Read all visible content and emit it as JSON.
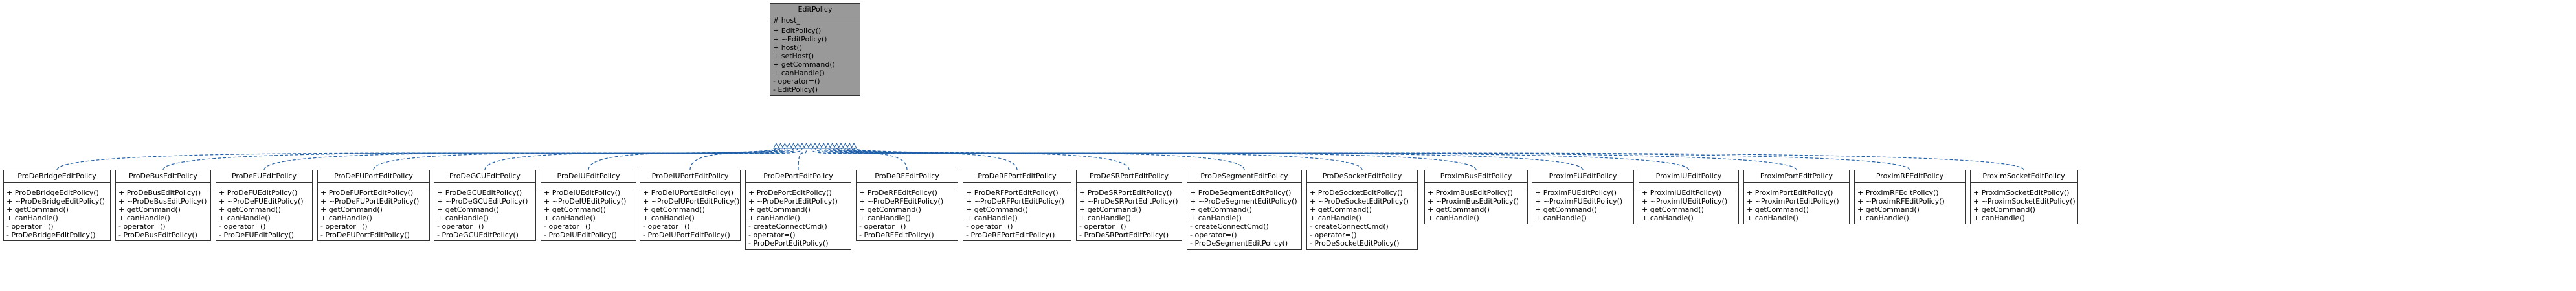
{
  "base": {
    "name": "EditPolicy",
    "attributes": [
      "# host_"
    ],
    "operations": [
      "+ EditPolicy()",
      "+ ~EditPolicy()",
      "+ host()",
      "+ setHost()",
      "+ getCommand()",
      "+ canHandle()",
      "- operator=()",
      "- EditPolicy()"
    ]
  },
  "subclasses": [
    {
      "name": "ProDeBridgeEditPolicy",
      "ops": [
        "+ ProDeBridgeEditPolicy()",
        "+ ~ProDeBridgeEditPolicy()",
        "+ getCommand()",
        "+ canHandle()",
        "- operator=()",
        "- ProDeBridgeEditPolicy()"
      ]
    },
    {
      "name": "ProDeBusEditPolicy",
      "ops": [
        "+ ProDeBusEditPolicy()",
        "+ ~ProDeBusEditPolicy()",
        "+ getCommand()",
        "+ canHandle()",
        "- operator=()",
        "- ProDeBusEditPolicy()"
      ]
    },
    {
      "name": "ProDeFUEditPolicy",
      "ops": [
        "+ ProDeFUEditPolicy()",
        "+ ~ProDeFUEditPolicy()",
        "+ getCommand()",
        "+ canHandle()",
        "- operator=()",
        "- ProDeFUEditPolicy()"
      ]
    },
    {
      "name": "ProDeFUPortEditPolicy",
      "ops": [
        "+ ProDeFUPortEditPolicy()",
        "+ ~ProDeFUPortEditPolicy()",
        "+ getCommand()",
        "+ canHandle()",
        "- operator=()",
        "- ProDeFUPortEditPolicy()"
      ]
    },
    {
      "name": "ProDeGCUEditPolicy",
      "ops": [
        "+ ProDeGCUEditPolicy()",
        "+ ~ProDeGCUEditPolicy()",
        "+ getCommand()",
        "+ canHandle()",
        "- operator=()",
        "- ProDeGCUEditPolicy()"
      ]
    },
    {
      "name": "ProDeIUEditPolicy",
      "ops": [
        "+ ProDeIUEditPolicy()",
        "+ ~ProDeIUEditPolicy()",
        "+ getCommand()",
        "+ canHandle()",
        "- operator=()",
        "- ProDeIUEditPolicy()"
      ]
    },
    {
      "name": "ProDeIUPortEditPolicy",
      "ops": [
        "+ ProDeIUPortEditPolicy()",
        "+ ~ProDeIUPortEditPolicy()",
        "+ getCommand()",
        "+ canHandle()",
        "- operator=()",
        "- ProDeIUPortEditPolicy()"
      ]
    },
    {
      "name": "ProDePortEditPolicy",
      "ops": [
        "+ ProDePortEditPolicy()",
        "+ ~ProDePortEditPolicy()",
        "+ getCommand()",
        "+ canHandle()",
        "- createConnectCmd()",
        "- operator=()",
        "- ProDePortEditPolicy()"
      ]
    },
    {
      "name": "ProDeRFEditPolicy",
      "ops": [
        "+ ProDeRFEditPolicy()",
        "+ ~ProDeRFEditPolicy()",
        "+ getCommand()",
        "+ canHandle()",
        "- operator=()",
        "- ProDeRFEditPolicy()"
      ]
    },
    {
      "name": "ProDeRFPortEditPolicy",
      "ops": [
        "+ ProDeRFPortEditPolicy()",
        "+ ~ProDeRFPortEditPolicy()",
        "+ getCommand()",
        "+ canHandle()",
        "- operator=()",
        "- ProDeRFPortEditPolicy()"
      ]
    },
    {
      "name": "ProDeSRPortEditPolicy",
      "ops": [
        "+ ProDeSRPortEditPolicy()",
        "+ ~ProDeSRPortEditPolicy()",
        "+ getCommand()",
        "+ canHandle()",
        "- operator=()",
        "- ProDeSRPortEditPolicy()"
      ]
    },
    {
      "name": "ProDeSegmentEditPolicy",
      "ops": [
        "+ ProDeSegmentEditPolicy()",
        "+ ~ProDeSegmentEditPolicy()",
        "+ getCommand()",
        "+ canHandle()",
        "- createConnectCmd()",
        "- operator=()",
        "- ProDeSegmentEditPolicy()"
      ]
    },
    {
      "name": "ProDeSocketEditPolicy",
      "ops": [
        "+ ProDeSocketEditPolicy()",
        "+ ~ProDeSocketEditPolicy()",
        "+ getCommand()",
        "+ canHandle()",
        "- createConnectCmd()",
        "- operator=()",
        "- ProDeSocketEditPolicy()"
      ]
    },
    {
      "name": "ProximBusEditPolicy",
      "ops": [
        "+ ProximBusEditPolicy()",
        "+ ~ProximBusEditPolicy()",
        "+ getCommand()",
        "+ canHandle()"
      ]
    },
    {
      "name": "ProximFUEditPolicy",
      "ops": [
        "+ ProximFUEditPolicy()",
        "+ ~ProximFUEditPolicy()",
        "+ getCommand()",
        "+ canHandle()"
      ]
    },
    {
      "name": "ProximIUEditPolicy",
      "ops": [
        "+ ProximIUEditPolicy()",
        "+ ~ProximIUEditPolicy()",
        "+ getCommand()",
        "+ canHandle()"
      ]
    },
    {
      "name": "ProximPortEditPolicy",
      "ops": [
        "+ ProximPortEditPolicy()",
        "+ ~ProximPortEditPolicy()",
        "+ getCommand()",
        "+ canHandle()"
      ]
    },
    {
      "name": "ProximRFEditPolicy",
      "ops": [
        "+ ProximRFEditPolicy()",
        "+ ~ProximRFEditPolicy()",
        "+ getCommand()",
        "+ canHandle()"
      ]
    },
    {
      "name": "ProximSocketEditPolicy",
      "ops": [
        "+ ProximSocketEditPolicy()",
        "+ ~ProximSocketEditPolicy()",
        "+ getCommand()",
        "+ canHandle()"
      ]
    }
  ],
  "colors": {
    "edge": "#1f5fa8",
    "base_fill": "#999999",
    "border": "#333333"
  }
}
